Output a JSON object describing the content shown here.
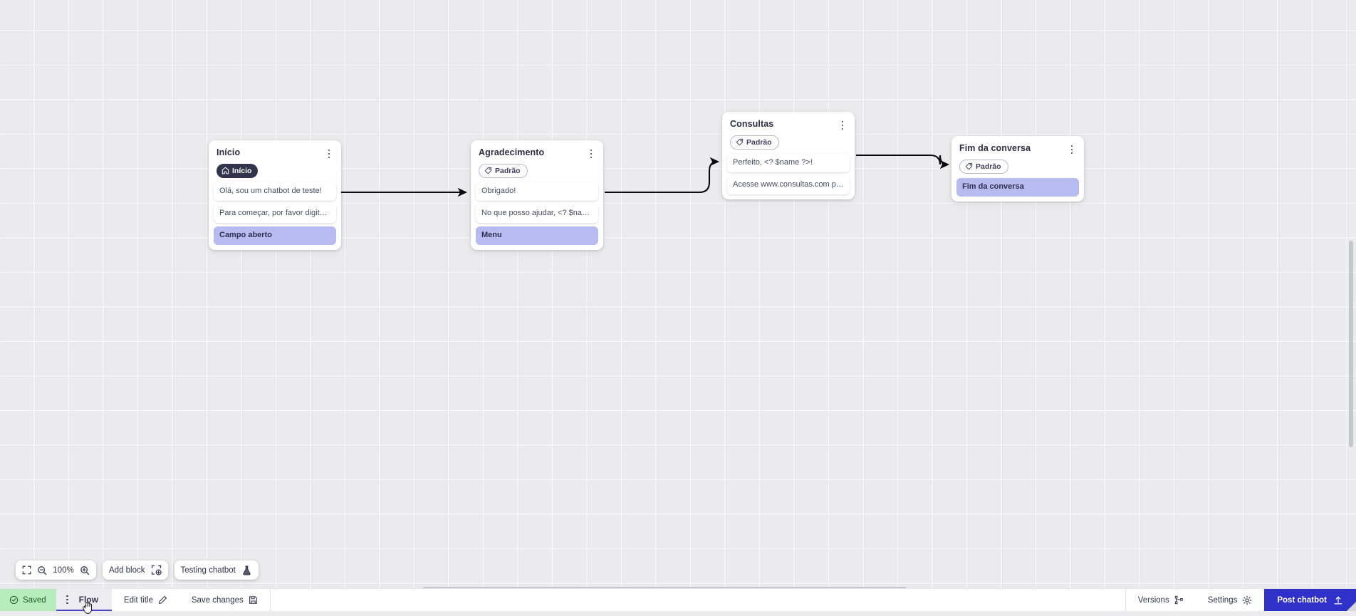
{
  "canvas": {
    "zoom_level": "100%",
    "grid": "dotted-grid"
  },
  "nodes": [
    {
      "id": "inicio",
      "title": "Início",
      "badge": {
        "type": "home",
        "label": "Início",
        "icon": "home-icon",
        "bg": "#32334d",
        "fg": "#ffffff"
      },
      "rows": [
        {
          "text": "Olá, sou um chatbot de teste!",
          "accent": false
        },
        {
          "text": "Para começar, por favor digite o ...",
          "accent": false
        },
        {
          "text": "Campo aberto",
          "accent": true
        }
      ]
    },
    {
      "id": "agradecimento",
      "title": "Agradecimento",
      "badge": {
        "type": "tag",
        "label": "Padrão",
        "icon": "tag-icon",
        "bg": "#ffffff",
        "fg": "#40405e"
      },
      "rows": [
        {
          "text": "Obrigado!",
          "accent": false
        },
        {
          "text": "No que posso ajudar, <? $name ...",
          "accent": false
        },
        {
          "text": "Menu",
          "accent": true
        }
      ]
    },
    {
      "id": "consultas",
      "title": "Consultas",
      "badge": {
        "type": "tag",
        "label": "Padrão",
        "icon": "tag-icon",
        "bg": "#ffffff",
        "fg": "#40405e"
      },
      "rows": [
        {
          "text": "Perfeito, <? $name ?>!",
          "accent": false
        },
        {
          "text": "Acesse www.consultas.com par...",
          "accent": false
        }
      ]
    },
    {
      "id": "fim-da-conversa",
      "title": "Fim da conversa",
      "badge": {
        "type": "tag",
        "label": "Padrão",
        "icon": "tag-icon",
        "bg": "#ffffff",
        "fg": "#40405e"
      },
      "rows": [
        {
          "text": "Fim da conversa",
          "accent": true
        }
      ]
    }
  ],
  "toolbar": {
    "fit_icon": "fit-screen-icon",
    "zoom_out_icon": "zoom-out-icon",
    "zoom_in_icon": "zoom-in-icon",
    "zoom_value": "100%",
    "add_block_label": "Add block",
    "add_block_icon": "add-block-icon",
    "testing_label": "Testing chatbot",
    "testing_icon": "flask-icon"
  },
  "bottombar": {
    "saved_label": "Saved",
    "saved_icon": "check-circle-icon",
    "saved_bg": "#b7edbd",
    "flow_tab_label": "Flow",
    "flow_tab_icon": "kebab-icon",
    "edit_title_label": "Edit title",
    "edit_title_icon": "pencil-icon",
    "save_changes_label": "Save changes",
    "save_changes_icon": "floppy-icon",
    "versions_label": "Versions",
    "versions_icon": "branch-icon",
    "settings_label": "Settings",
    "settings_icon": "gear-icon",
    "post_label": "Post chatbot",
    "post_icon": "upload-icon",
    "post_bg": "#2f31c9"
  }
}
